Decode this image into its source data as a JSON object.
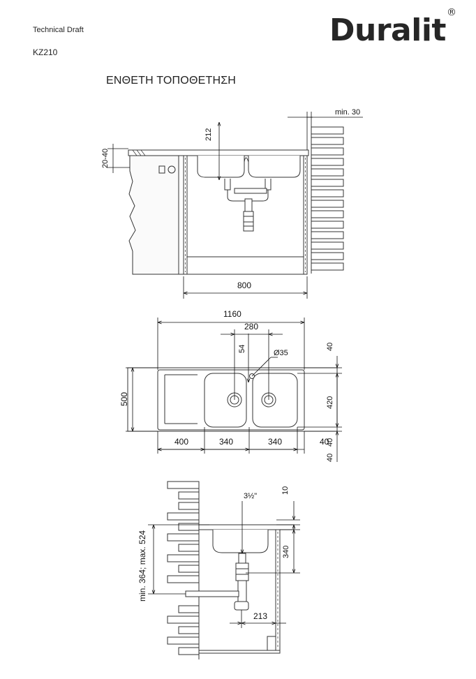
{
  "header": {
    "doc_type": "Technical Draft",
    "model": "KZ210",
    "title": "ΕΝΘΕΤΗ ΤΟΠΟΘΕΤΗΣΗ",
    "brand": "Duralit",
    "brand_mark": "®"
  },
  "front_view": {
    "dim_wall_gap": "min. 30",
    "dim_bowl_depth": "212",
    "dim_counter_thickness": "20-40",
    "dim_cabinet_width": "800"
  },
  "top_view": {
    "dim_total_width": "1160",
    "dim_bowl_centers": "280",
    "dim_tap_offset": "54",
    "dim_tap_hole": "Ø35",
    "dim_total_depth": "500",
    "dim_back_margin": "40",
    "dim_bowl_height": "420",
    "dim_front_margin": "40",
    "dim_front_extra": "40",
    "dim_drainer": "400",
    "dim_bowl_left": "340",
    "dim_bowl_right": "340",
    "dim_right_margin": "40"
  },
  "side_view": {
    "dim_waste": "3½\"",
    "dim_rim": "10",
    "dim_bowl_depth": "340",
    "dim_drain_height": "min. 364; max. 524",
    "dim_trap_offset": "213"
  }
}
